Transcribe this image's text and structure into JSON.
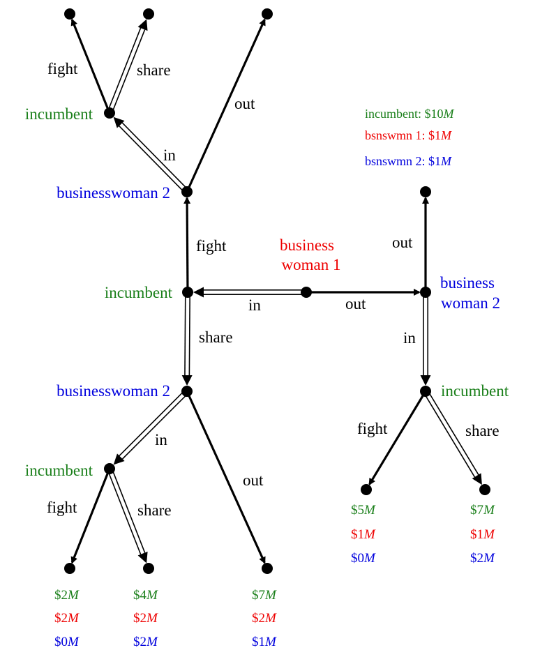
{
  "colors": {
    "incumbent": "#1a7f1a",
    "businesswoman1": "#ee0000",
    "businesswoman2": "#0000dd",
    "line": "#000000"
  },
  "legend": {
    "incumbent": {
      "prefix": "incumbent: $10",
      "unit": "M"
    },
    "bw1": {
      "prefix": "bsnswmn 1: $1",
      "unit": "M"
    },
    "bw2": {
      "prefix": "bsnswmn 2: $1",
      "unit": "M"
    }
  },
  "players": {
    "root": [
      "business",
      "woman 1"
    ],
    "bw2_right": [
      "business",
      "woman 2"
    ],
    "bw2": "businesswoman 2",
    "incumbent": "incumbent"
  },
  "actions": {
    "in": "in",
    "out": "out",
    "fight": "fight",
    "share": "share"
  },
  "payoffs": {
    "left_fight": {
      "incumbent": "$2",
      "bw1": "$2",
      "bw2": "$0",
      "unit": "M"
    },
    "left_share": {
      "incumbent": "$4",
      "bw1": "$2",
      "bw2": "$2",
      "unit": "M"
    },
    "left_out": {
      "incumbent": "$7",
      "bw1": "$2",
      "bw2": "$1",
      "unit": "M"
    },
    "right_fight": {
      "incumbent": "$5",
      "bw1": "$1",
      "bw2": "$0",
      "unit": "M"
    },
    "right_share": {
      "incumbent": "$7",
      "bw1": "$1",
      "bw2": "$2",
      "unit": "M"
    }
  }
}
